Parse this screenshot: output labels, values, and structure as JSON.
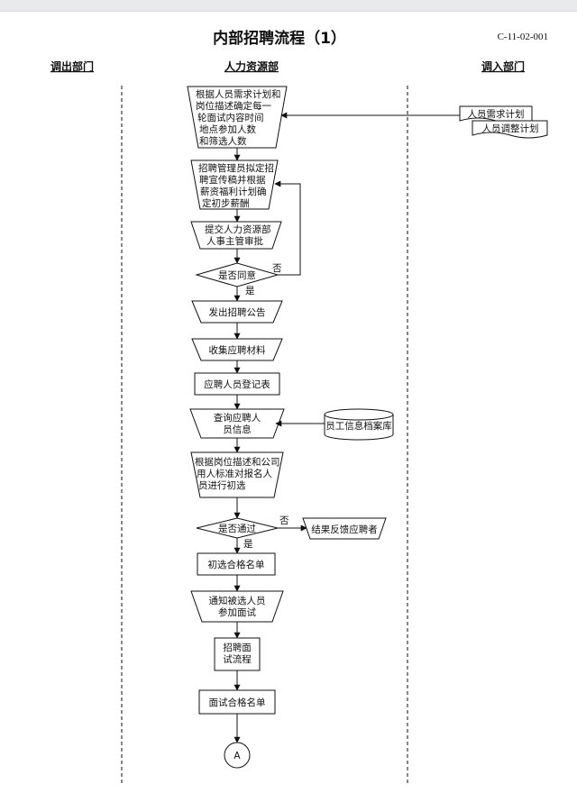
{
  "title": "内部招聘流程（1）",
  "doc_code": "C-11-02-001",
  "columns": {
    "left": "调出部门",
    "center": "人力资源部",
    "right": "调入部门"
  },
  "nodes": {
    "n1": [
      "根据人员需求计划和",
      "岗位描述确定每一",
      "轮面试内容时间",
      "地点参加人数",
      "和筛选人数"
    ],
    "n2": [
      "招聘管理员拟定招",
      "聘宣传稿并根据",
      "薪资福利计划确",
      "定初步薪酬"
    ],
    "n3": [
      "提交人力资源部",
      "人事主管审批"
    ],
    "d1": "是否同意",
    "n4": "发出招聘公告",
    "n5": "收集应聘材料",
    "n6": "应聘人员登记表",
    "n7": [
      "查询应聘人",
      "员信息"
    ],
    "n8": [
      "根据岗位描述和公司",
      "用人标准对报名人",
      "员进行初选"
    ],
    "d2": "是否通过",
    "n9": "初选合格名单",
    "n10": [
      "通知被选人员",
      "参加面试"
    ],
    "n11": [
      "招聘面",
      "试流程"
    ],
    "n12": "面试合格名单",
    "connector": "A",
    "doc1": "人员需求计划",
    "doc2": "人员调整计划",
    "db": "员工信息档案库",
    "feedback": "结果反馈应聘者",
    "yes": "是",
    "no": "否"
  }
}
